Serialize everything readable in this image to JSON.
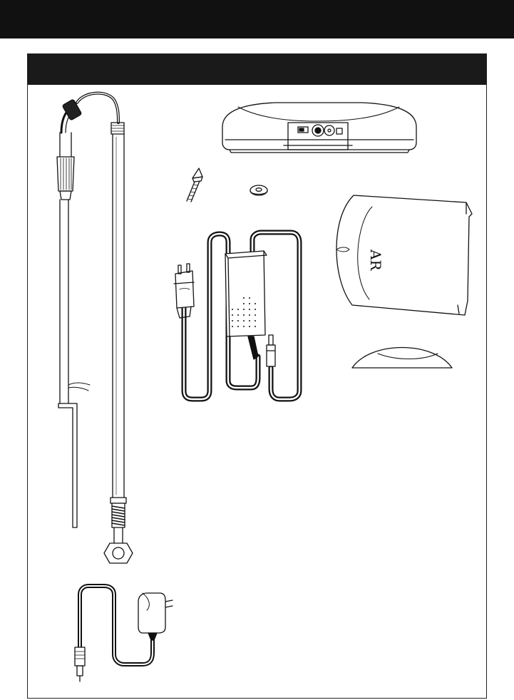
{
  "header_bar": {
    "color": "#111111"
  },
  "section_header": {
    "color": "#1a1a1a"
  },
  "parts": {
    "wand_antenna": "long-wand-antenna-illustration",
    "base_unit": "speaker-base-unit-illustration",
    "spike": "floor-spike-illustration",
    "washer": "washer-illustration",
    "power_supply": "power-supply-with-cord-illustration",
    "cover_panel": "cover-panel-illustration",
    "cover_foot": "cover-foot-illustration",
    "wall_adapter": "wall-adapter-illustration",
    "logo_text": "AR"
  }
}
